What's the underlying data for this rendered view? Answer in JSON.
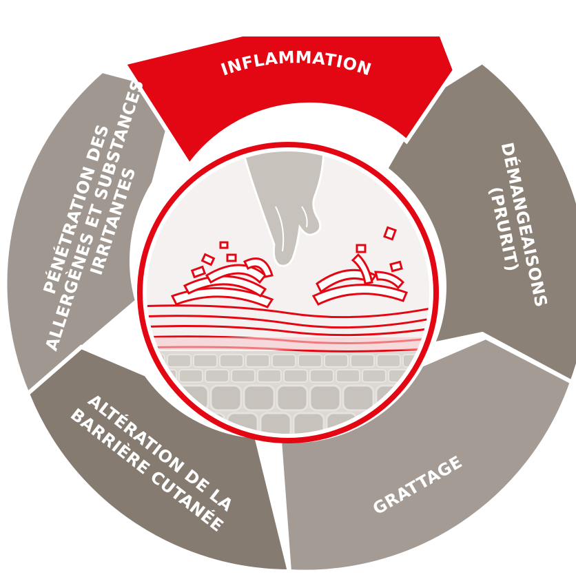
{
  "diagram": {
    "segments": [
      {
        "id": "inflammation",
        "label_lines": [
          "INFLAMMATION"
        ],
        "color": "#e30613"
      },
      {
        "id": "demangeaisons",
        "label_lines": [
          "DÉMANGEAISONS",
          "(PRURIT)"
        ],
        "color": "#8c8176"
      },
      {
        "id": "grattage",
        "label_lines": [
          "GRATTAGE"
        ],
        "color": "#a39b94"
      },
      {
        "id": "alteration",
        "label_lines": [
          "ALTÉRATION DE LA",
          "BARRIÈRE CUTANÉE"
        ],
        "color": "#867b71"
      },
      {
        "id": "penetration",
        "label_lines": [
          "PÉNÉTRATION DES",
          "ALLERGÈNES ET SUBSTANCES",
          "IRRITANTES"
        ],
        "color": "#a09890"
      }
    ],
    "center_illustration": "scratching-skin-illustration",
    "accent_color": "#e30613",
    "skin_color": "#d6d2ce"
  }
}
